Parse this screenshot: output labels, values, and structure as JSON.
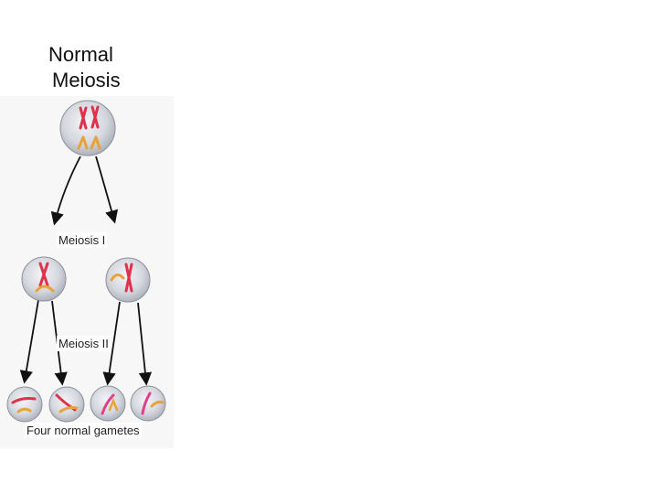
{
  "title": {
    "line1": "Normal",
    "line2": "Meiosis"
  },
  "labels": {
    "meiosis_1": "Meiosis I",
    "meiosis_2": "Meiosis II",
    "result": "Four normal gametes"
  },
  "colors": {
    "cell_fill": "#cfd3dc",
    "cell_edge": "#8c919a",
    "chromosome_large": "#e0304a",
    "chromosome_small": "#e7a23a",
    "chromosome_pink": "#e0408a",
    "arrow": "#111111"
  }
}
